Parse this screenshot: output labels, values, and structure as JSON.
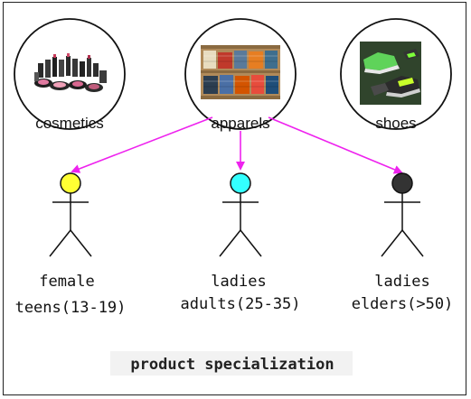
{
  "categories": [
    {
      "id": "cosmetics",
      "label": "cosmetics",
      "image": "cosmetics-products-photo"
    },
    {
      "id": "apparels",
      "label": "apparels",
      "image": "folded-clothes-shelf-photo"
    },
    {
      "id": "shoes",
      "label": "shoes",
      "image": "sneakers-photo"
    }
  ],
  "personas": [
    {
      "id": "teens",
      "line1": "female",
      "line2": "teens(13-19)",
      "head_color": "#ffff33"
    },
    {
      "id": "adults",
      "line1": "ladies",
      "line2": "adults(25-35)",
      "head_color": "#33ffff"
    },
    {
      "id": "elders",
      "line1": "ladies",
      "line2": "elders(>50)",
      "head_color": "#333333"
    }
  ],
  "edges": [
    {
      "from": "apparels",
      "to": "teens"
    },
    {
      "from": "apparels",
      "to": "adults"
    },
    {
      "from": "apparels",
      "to": "elders"
    }
  ],
  "arrow_color": "#ee22ee",
  "caption": "product specialization"
}
